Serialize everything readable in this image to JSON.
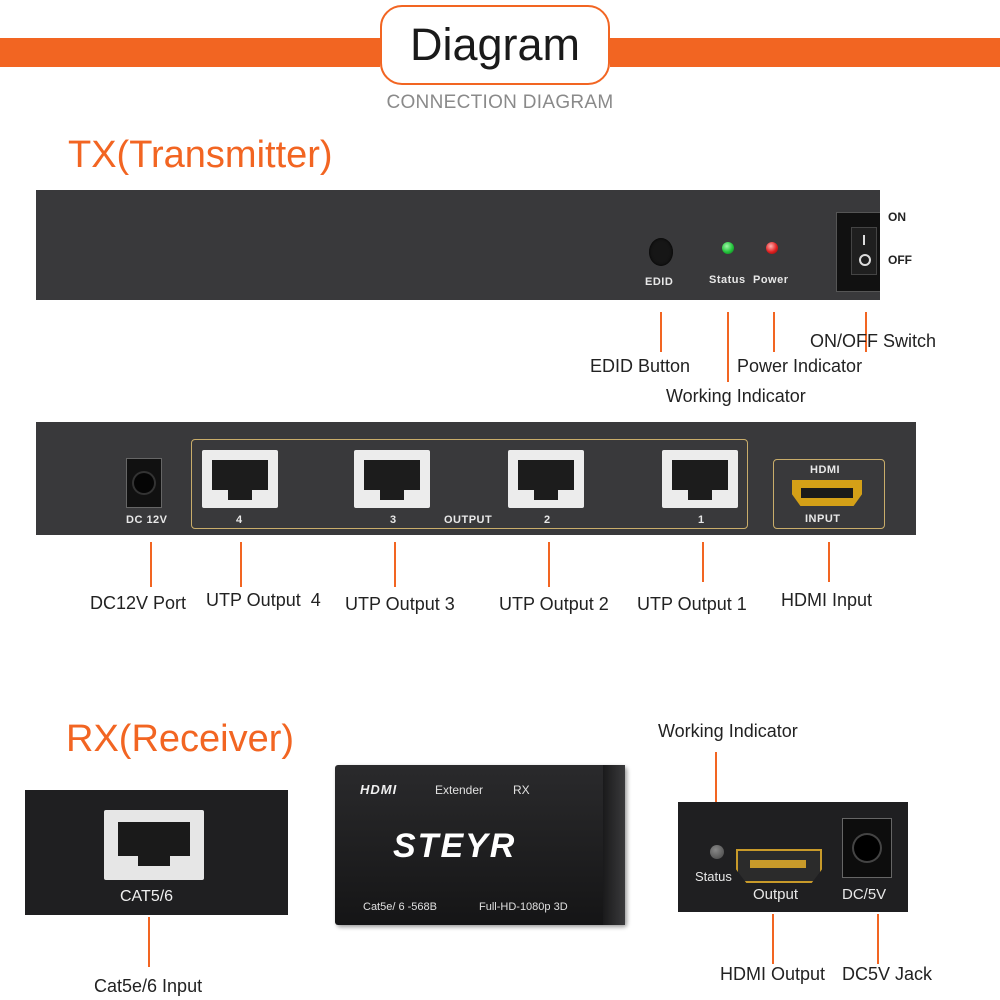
{
  "header": {
    "title": "Diagram",
    "subtitle": "CONNECTION DIAGRAM"
  },
  "tx": {
    "title": "TX(Transmitter)",
    "front_panel": {
      "edid": "EDID",
      "status": "Status",
      "power": "Power",
      "on": "ON",
      "off": "OFF"
    },
    "front_callouts": {
      "edid_button": "EDID Button",
      "working_indicator": "Working Indicator",
      "power_indicator": "Power Indicator",
      "onoff_switch": "ON/OFF Switch"
    },
    "rear_panel": {
      "dc12v": "DC 12V",
      "port4": "4",
      "port3": "3",
      "output": "OUTPUT",
      "port2": "2",
      "port1": "1",
      "hdmi": "HDMI",
      "input": "INPUT"
    },
    "rear_callouts": {
      "dc12v_port": "DC12V Port",
      "utp4": "UTP Output  4",
      "utp3": "UTP Output 3",
      "utp2": "UTP Output 2",
      "utp1": "UTP Output 1",
      "hdmi_input": "HDMI Input"
    }
  },
  "rx": {
    "title": "RX(Receiver)",
    "left_panel": {
      "cat": "CAT5/6"
    },
    "left_callouts": {
      "cat_input": "Cat5e/6 Input"
    },
    "center_device": {
      "brand_hdmi": "HDMI",
      "extender": "Extender",
      "rx": "RX",
      "logo": "STEYR",
      "spec_left": "Cat5e/ 6 -568B",
      "spec_right": "Full-HD-1080p 3D"
    },
    "right_panel": {
      "status": "Status",
      "output": "Output",
      "dc5v": "DC/5V"
    },
    "right_callouts": {
      "working_indicator": "Working Indicator",
      "hdmi_output": "HDMI Output",
      "dc5v_jack": "DC5V Jack"
    }
  },
  "colors": {
    "accent": "#f26522",
    "panel": "#39393b",
    "led_green": "#22c33a",
    "led_red": "#e02020",
    "hdmi_gold": "#d4a017"
  }
}
